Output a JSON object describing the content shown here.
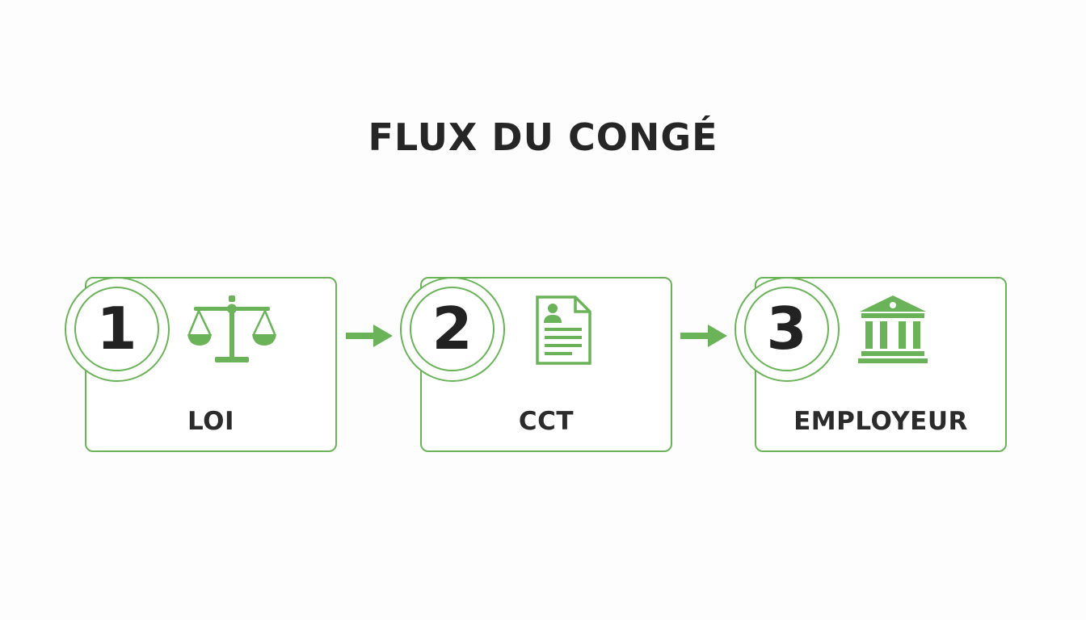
{
  "title": "FLUX DU CONGÉ",
  "accent_color": "#6ab358",
  "steps": [
    {
      "number": "1",
      "label": "LOI",
      "icon": "scales-of-justice-icon"
    },
    {
      "number": "2",
      "label": "CCT",
      "icon": "document-icon"
    },
    {
      "number": "3",
      "label": "EMPLOYEUR",
      "icon": "institution-building-icon"
    }
  ]
}
